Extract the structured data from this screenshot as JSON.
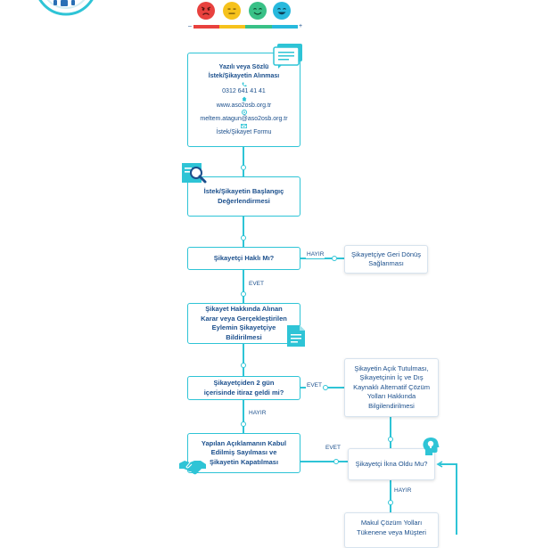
{
  "feedback_bar": {
    "minus": "–",
    "plus": "+"
  },
  "nodes": {
    "receive": {
      "title_1": "Yazılı veya Sözlü",
      "title_2": "İstek/Şikayetin Alınması",
      "phone": "0312 641 41 41",
      "web": "www.aso2osb.org.tr",
      "email": "meltem.atagun@aso2osb.org.tr",
      "form": "İstek/Şikayet Formu"
    },
    "initial_eval": {
      "line1": "İstek/Şikayetin Başlangıç",
      "line2": "Değerlendirmesi"
    },
    "justified": {
      "text": "Şikayetçi Haklı Mı?"
    },
    "feedback_return": {
      "line1": "Şikayetçiye Geri Dönüş",
      "line2": "Sağlanması"
    },
    "notify": {
      "line1": "Şikayet Hakkında Alınan",
      "line2": "Karar veya Gerçekleştirilen",
      "line3": "Eylemin Şikayetçiye",
      "line4": "Bildirilmesi"
    },
    "objection": {
      "line1": "Şikayetçiden 2 gün",
      "line2": "içerisinde itiraz geldi mi?"
    },
    "open_kept": {
      "line1": "Şikayetin Açık Tutulması,",
      "line2": "Şikayetçinin İç ve Dış",
      "line3": "Kaynaklı Alternatif Çözüm",
      "line4": "Yolları Hakkında",
      "line5": "Bilgilendirilmesi"
    },
    "close": {
      "line1": "Yapılan Açıklamanın Kabul",
      "line2": "Edilmiş Sayılması ve",
      "line3": "Şikayetin Kapatılması"
    },
    "convinced": {
      "text": "Şikayetçi İkna Oldu Mu?"
    },
    "alternative": {
      "line1": "Makul Çözüm Yolları",
      "line2": "Tükenene veya Müşteri"
    }
  },
  "labels": {
    "hayir_1": "HAYIR",
    "evet_1": "EVET",
    "evet_2": "EVET",
    "hayir_2": "HAYIR",
    "evet_3": "EVET",
    "hayir_3": "HAYIR"
  },
  "colors": {
    "accent": "#2ec4d6",
    "text": "#1b4f8c",
    "face_red": "#e8413e",
    "face_yellow": "#f6c21c",
    "face_green": "#39c187",
    "face_cyan": "#27b9dd"
  }
}
